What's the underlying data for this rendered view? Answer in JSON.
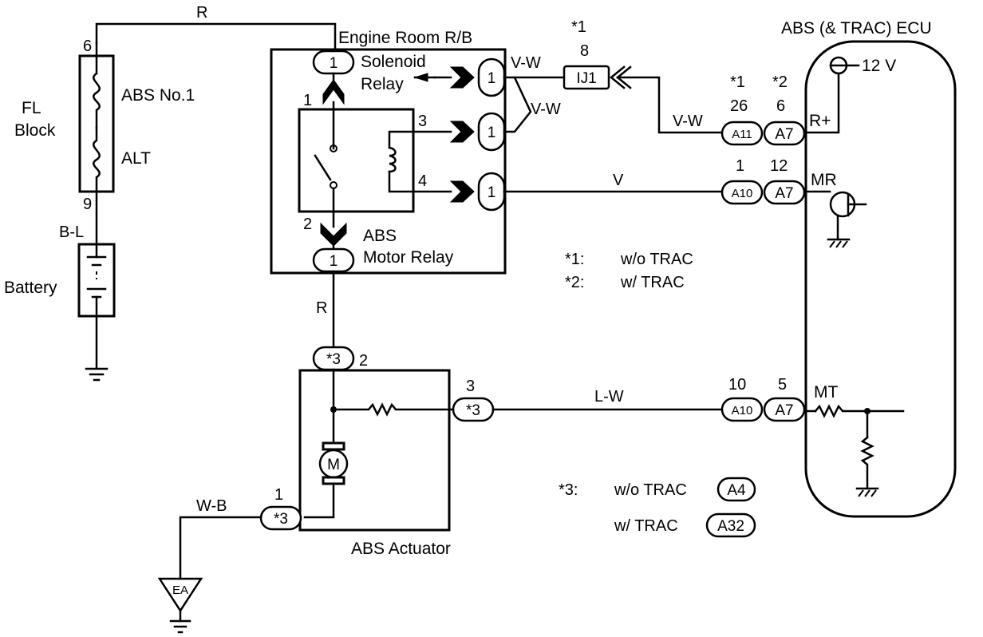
{
  "labels": {
    "engine_room": "Engine Room R/B",
    "ecu": "ABS (& TRAC) ECU",
    "fl_block_1": "FL",
    "fl_block_2": "Block",
    "abs_no1": "ABS No.1",
    "alt": "ALT",
    "battery": "Battery",
    "solenoid_1": "Solenoid",
    "solenoid_2": "Relay",
    "motor_relay_1": "ABS",
    "motor_relay_2": "Motor Relay",
    "actuator": "ABS Actuator",
    "v12": "12 V",
    "r_plus": "R+",
    "mr": "MR",
    "mt": "MT",
    "ground_ea": "EA",
    "motor": "M"
  },
  "wires": {
    "r_top": "R",
    "bl": "B-L",
    "r_mid": "R",
    "vw_1": "V-W",
    "vw_2": "V-W",
    "vw_3": "V-W",
    "v": "V",
    "lw": "L-W",
    "wb": "W-B"
  },
  "pins": {
    "fl_6": "6",
    "fl_9": "9",
    "relay_1": "1",
    "relay_2": "2",
    "relay_3": "3",
    "relay_4": "4",
    "ij1_star": "*1",
    "ij1_pin": "8",
    "star1": "*1",
    "star2": "*2",
    "a11_pin": "26",
    "a7_r_pin": "6",
    "a10_mr_pin": "1",
    "a7_mr_pin": "12",
    "act_2": "2",
    "act_3": "3",
    "act_1": "1",
    "a10_mt_pin": "10",
    "a7_mt_pin": "5"
  },
  "connectors": {
    "one": "1",
    "ij1": "IJ1",
    "a11": "A11",
    "a7": "A7",
    "a10": "A10",
    "star3": "*3",
    "a4": "A4",
    "a32": "A32"
  },
  "notes": {
    "n1_key": "*1:",
    "n1_val": "w/o TRAC",
    "n2_key": "*2:",
    "n2_val": "w/ TRAC",
    "n3_key": "*3:",
    "n3_wo": "w/o TRAC",
    "n3_w": "w/ TRAC"
  }
}
